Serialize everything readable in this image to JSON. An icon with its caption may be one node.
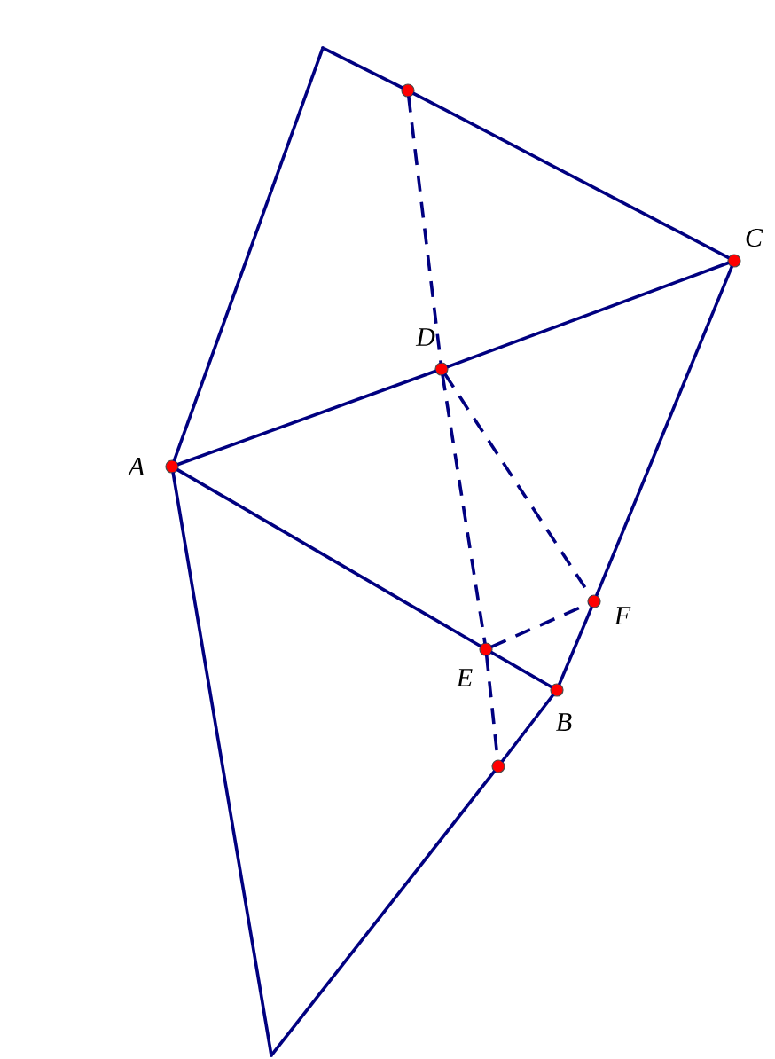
{
  "diagram": {
    "nodes": [
      {
        "text": [],
        "shape": "corner"
      },
      {
        "text": [],
        "shape": "circle"
      },
      {
        "text": [
          "C"
        ]
      },
      {
        "text": [
          "D"
        ]
      },
      {
        "text": [
          "A"
        ]
      },
      {
        "text": [
          "F"
        ]
      },
      {
        "text": [
          "E"
        ]
      },
      {
        "text": [
          "B"
        ]
      },
      {
        "text": [],
        "shape": "circle"
      },
      {
        "text": [],
        "shape": "corner"
      }
    ],
    "edges": [
      {
        "from": 4,
        "to": 0,
        "arrow": "none"
      },
      {
        "from": 0,
        "to": 1,
        "arrow": "none"
      },
      {
        "from": 1,
        "to": 2,
        "arrow": "none"
      },
      {
        "from": 4,
        "to": 3,
        "arrow": "none"
      },
      {
        "from": 3,
        "to": 2,
        "arrow": "none"
      },
      {
        "from": 2,
        "to": 5,
        "arrow": "none"
      },
      {
        "from": 5,
        "to": 7,
        "arrow": "none"
      },
      {
        "from": 4,
        "to": 6,
        "arrow": "none"
      },
      {
        "from": 6,
        "to": 7,
        "arrow": "none"
      },
      {
        "from": 4,
        "to": 9,
        "arrow": "none"
      },
      {
        "from": 9,
        "to": 8,
        "arrow": "none"
      },
      {
        "from": 8,
        "to": 7,
        "arrow": "none"
      },
      {
        "from": 1,
        "to": 3,
        "arrow": "none",
        "style": "dashed"
      },
      {
        "from": 3,
        "to": 6,
        "arrow": "none",
        "style": "dashed"
      },
      {
        "from": 6,
        "to": 8,
        "arrow": "none",
        "style": "dashed"
      },
      {
        "from": 3,
        "to": 5,
        "arrow": "none",
        "style": "dashed"
      },
      {
        "from": 6,
        "to": 5,
        "arrow": "none",
        "style": "dashed"
      }
    ]
  }
}
